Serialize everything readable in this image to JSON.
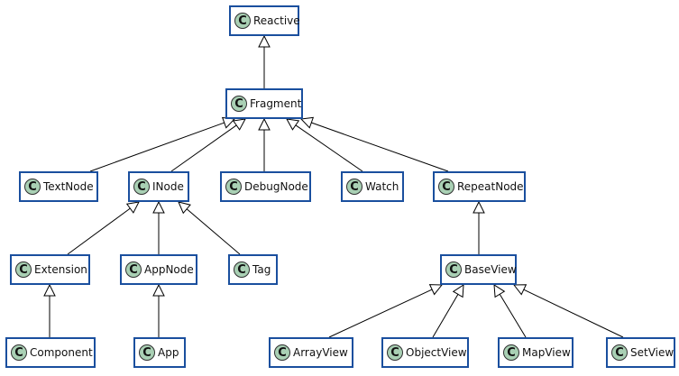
{
  "stereotype_letter": "C",
  "colors": {
    "border": "#1a4f9e",
    "badge": "#a9d0b4",
    "edge": "#000000"
  },
  "classes": {
    "reactive": "Reactive",
    "fragment": "Fragment",
    "textnode": "TextNode",
    "inode": "INode",
    "debugnode": "DebugNode",
    "watch": "Watch",
    "repeatnode": "RepeatNode",
    "extension": "Extension",
    "appnode": "AppNode",
    "tag": "Tag",
    "baseview": "BaseView",
    "component": "Component",
    "app": "App",
    "arrayview": "ArrayView",
    "objectview": "ObjectView",
    "mapview": "MapView",
    "setview": "SetView"
  },
  "inheritance": [
    {
      "child": "fragment",
      "parent": "reactive"
    },
    {
      "child": "textnode",
      "parent": "fragment"
    },
    {
      "child": "inode",
      "parent": "fragment"
    },
    {
      "child": "debugnode",
      "parent": "fragment"
    },
    {
      "child": "watch",
      "parent": "fragment"
    },
    {
      "child": "repeatnode",
      "parent": "fragment"
    },
    {
      "child": "extension",
      "parent": "inode"
    },
    {
      "child": "appnode",
      "parent": "inode"
    },
    {
      "child": "tag",
      "parent": "inode"
    },
    {
      "child": "component",
      "parent": "extension"
    },
    {
      "child": "app",
      "parent": "appnode"
    },
    {
      "child": "baseview",
      "parent": "repeatnode"
    },
    {
      "child": "arrayview",
      "parent": "baseview"
    },
    {
      "child": "objectview",
      "parent": "baseview"
    },
    {
      "child": "mapview",
      "parent": "baseview"
    },
    {
      "child": "setview",
      "parent": "baseview"
    }
  ]
}
